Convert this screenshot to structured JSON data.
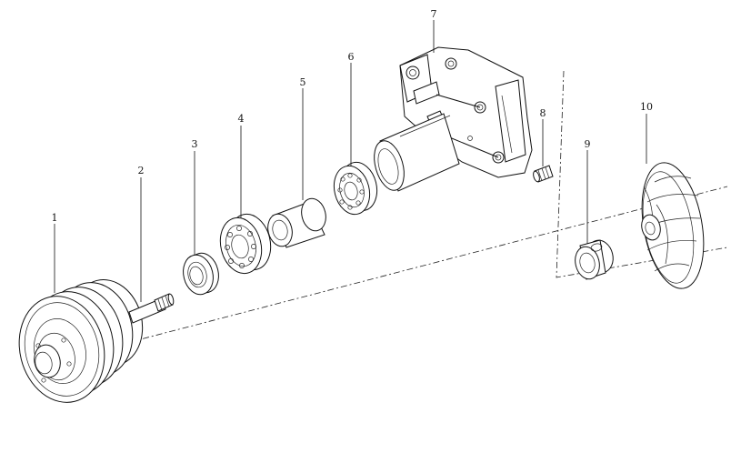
{
  "diagram": {
    "parts": [
      {
        "id": "pulley",
        "label": "1"
      },
      {
        "id": "shaft",
        "label": "2"
      },
      {
        "id": "seal-ring",
        "label": "3"
      },
      {
        "id": "outer-bearing",
        "label": "4"
      },
      {
        "id": "spacer-sleeve",
        "label": "5"
      },
      {
        "id": "inner-bearing",
        "label": "6"
      },
      {
        "id": "pump-housing",
        "label": "7"
      },
      {
        "id": "drain-plug",
        "label": "8"
      },
      {
        "id": "water-seal",
        "label": "9"
      },
      {
        "id": "impeller",
        "label": "10"
      }
    ]
  }
}
